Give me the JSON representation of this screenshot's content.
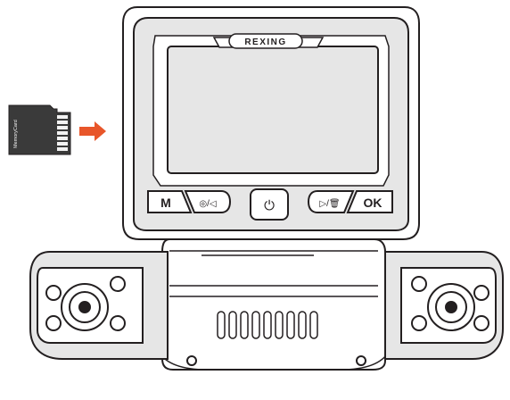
{
  "brand": {
    "logo_text": "REXING"
  },
  "memory_card": {
    "label": "MemoryCard"
  },
  "buttons": {
    "mode_label": "M",
    "photo_rewind_label": "◎/◁",
    "power_label": "⏻",
    "play_delete_label": "▷/🗑",
    "ok_label": "OK"
  },
  "colors": {
    "line": "#231f20",
    "shade": "#e6e6e6",
    "card_body": "#3a3a3a",
    "card_contacts": "#f2f2f2",
    "arrow": "#e8562a"
  },
  "icons": {
    "insert_arrow": "arrow-right-icon",
    "power": "power-icon",
    "photo_rewind": "photo-rewind-icon",
    "play_delete": "play-delete-icon"
  }
}
